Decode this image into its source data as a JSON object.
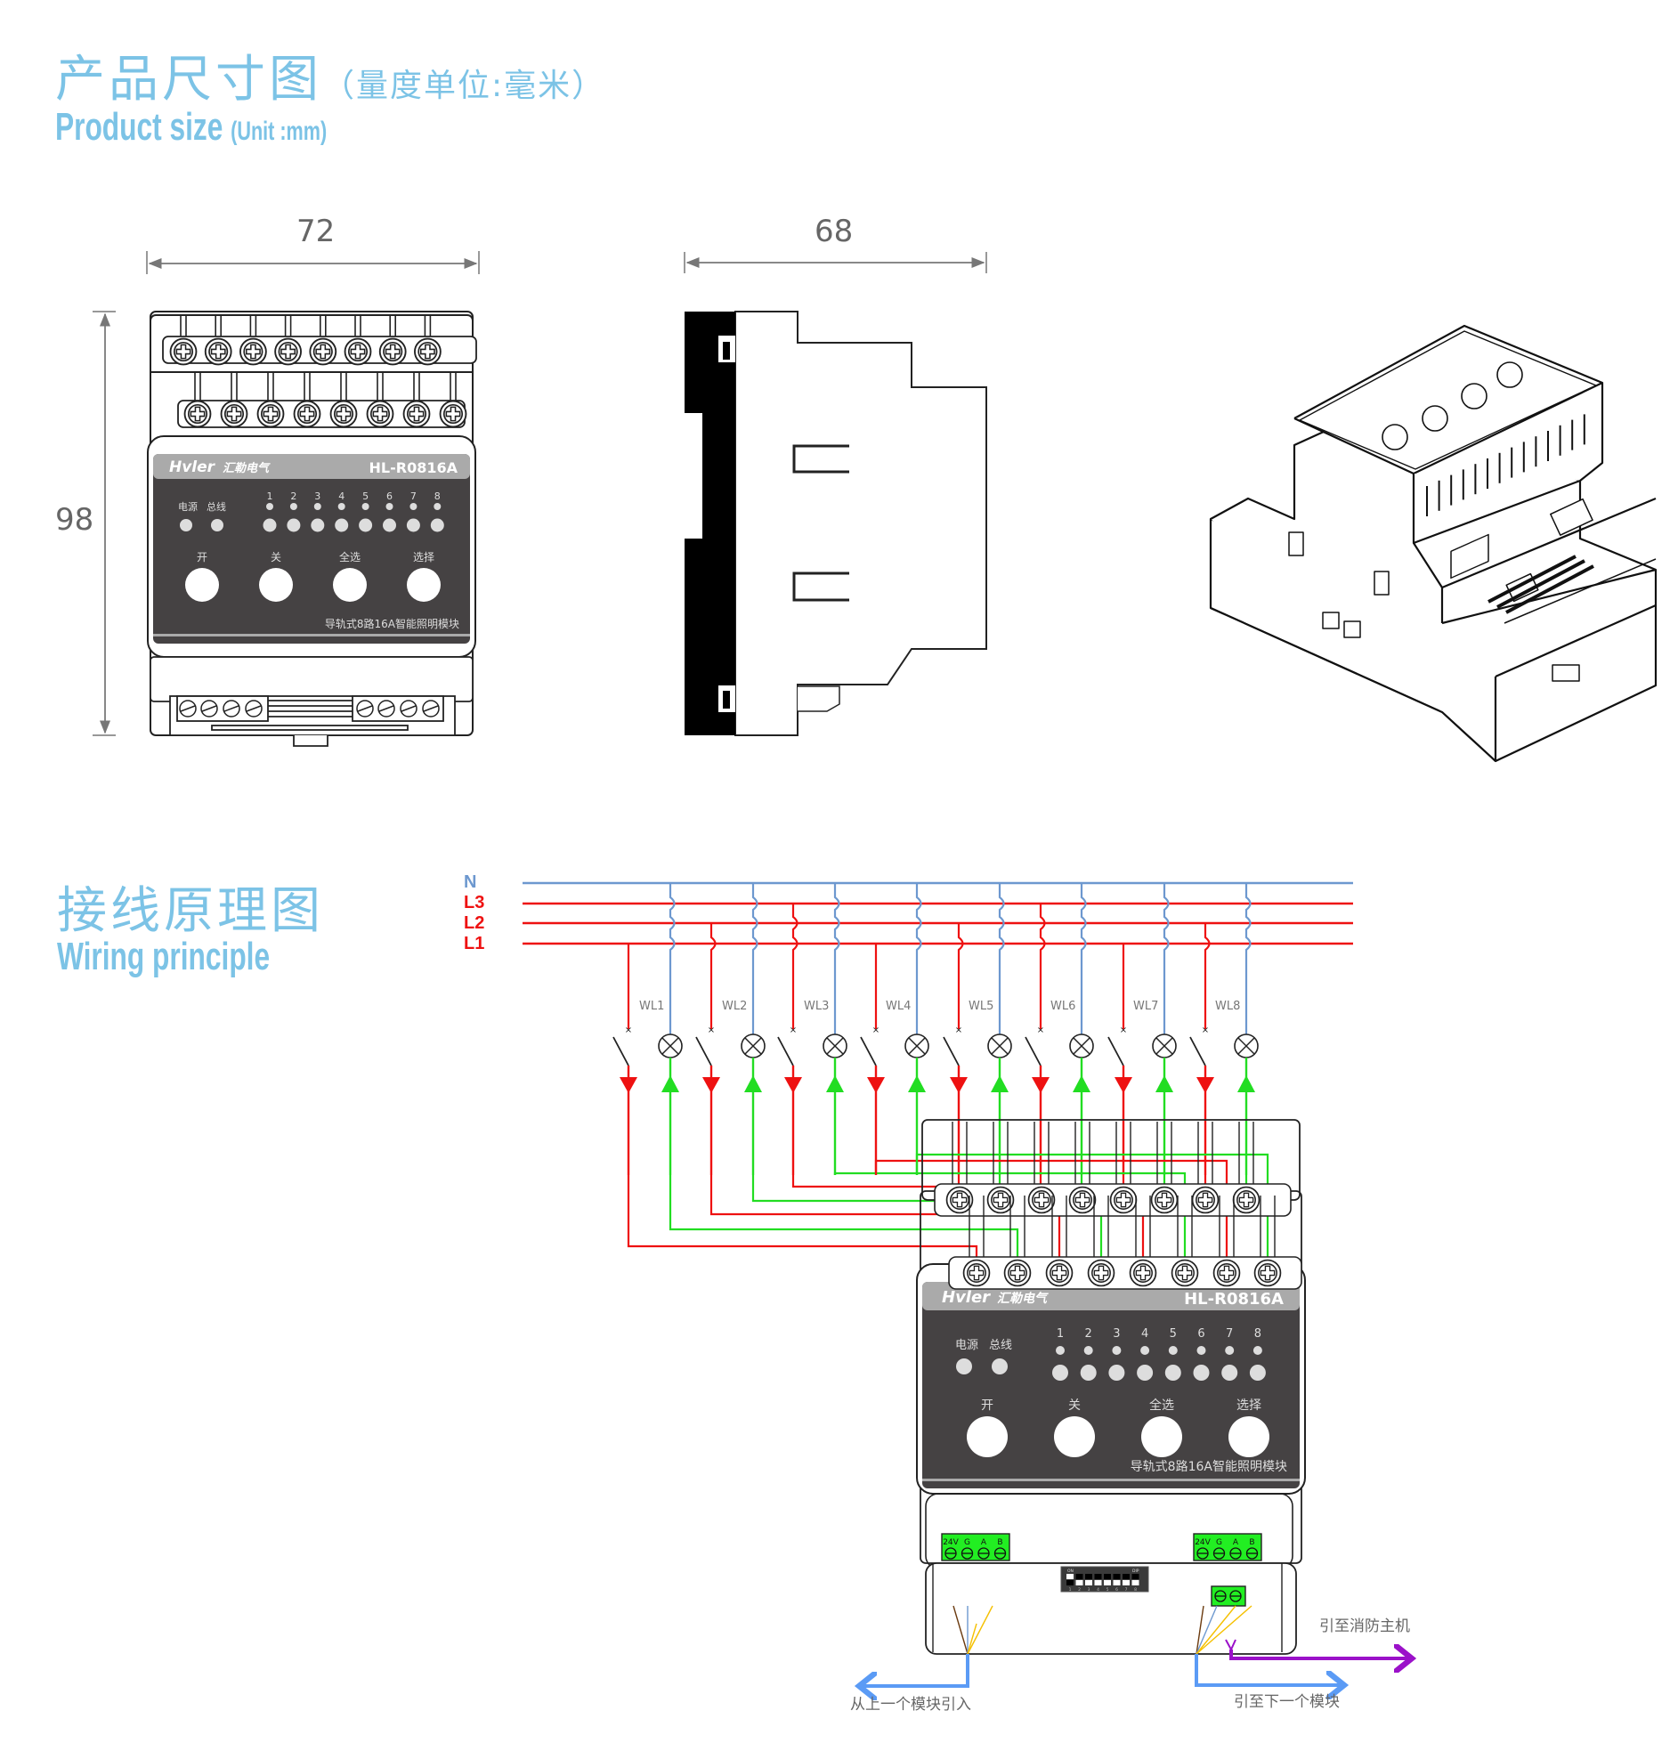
{
  "section_size": {
    "title_cn": "产品尺寸图",
    "title_cn_unit": "（量度单位:毫米）",
    "title_en": "Product size",
    "title_en_unit": "(Unit :mm)"
  },
  "dimensions": {
    "front_width": "72",
    "height": "98",
    "side_depth": "68"
  },
  "device": {
    "brand": "Hvler",
    "brand_cn": "汇勒电气",
    "model": "HL-R0816A",
    "status_labels": [
      "电源",
      "总线"
    ],
    "channel_numbers": [
      "1",
      "2",
      "3",
      "4",
      "5",
      "6",
      "7",
      "8"
    ],
    "buttons": [
      "开",
      "关",
      "全选",
      "选择"
    ],
    "description": "导轨式8路16A智能照明模块"
  },
  "section_wiring": {
    "title_cn": "接线原理图",
    "title_en": "Wiring principle"
  },
  "wiring": {
    "bus_lines": [
      {
        "label": "N",
        "color": "#6d98cf"
      },
      {
        "label": "L3",
        "color": "#ee1111"
      },
      {
        "label": "L2",
        "color": "#ee1111"
      },
      {
        "label": "L1",
        "color": "#ee1111"
      }
    ],
    "loads": [
      "WL1",
      "WL2",
      "WL3",
      "WL4",
      "WL5",
      "WL6",
      "WL7",
      "WL8"
    ],
    "terminal_labels": [
      "24V",
      "G",
      "A",
      "B"
    ],
    "dip_labels": {
      "on": "ON",
      "dip": "DIP",
      "numbers": [
        "1",
        "2",
        "3",
        "4",
        "5",
        "6",
        "7",
        "8"
      ]
    },
    "note_in": "从上一个模块引入",
    "note_out": "引至下一个模块",
    "note_fire": "引至消防主机",
    "colors": {
      "neutral": "#6d98cf",
      "live": "#ee1111",
      "return": "#22dd22",
      "bus_arrow": "#5b9bf5",
      "fire_arrow": "#9b11c9",
      "terminal_green": "#22ee22",
      "panel_dark": "#454243",
      "panel_header": "#aaaaaa",
      "title_blue": "#7cc3e6"
    }
  }
}
